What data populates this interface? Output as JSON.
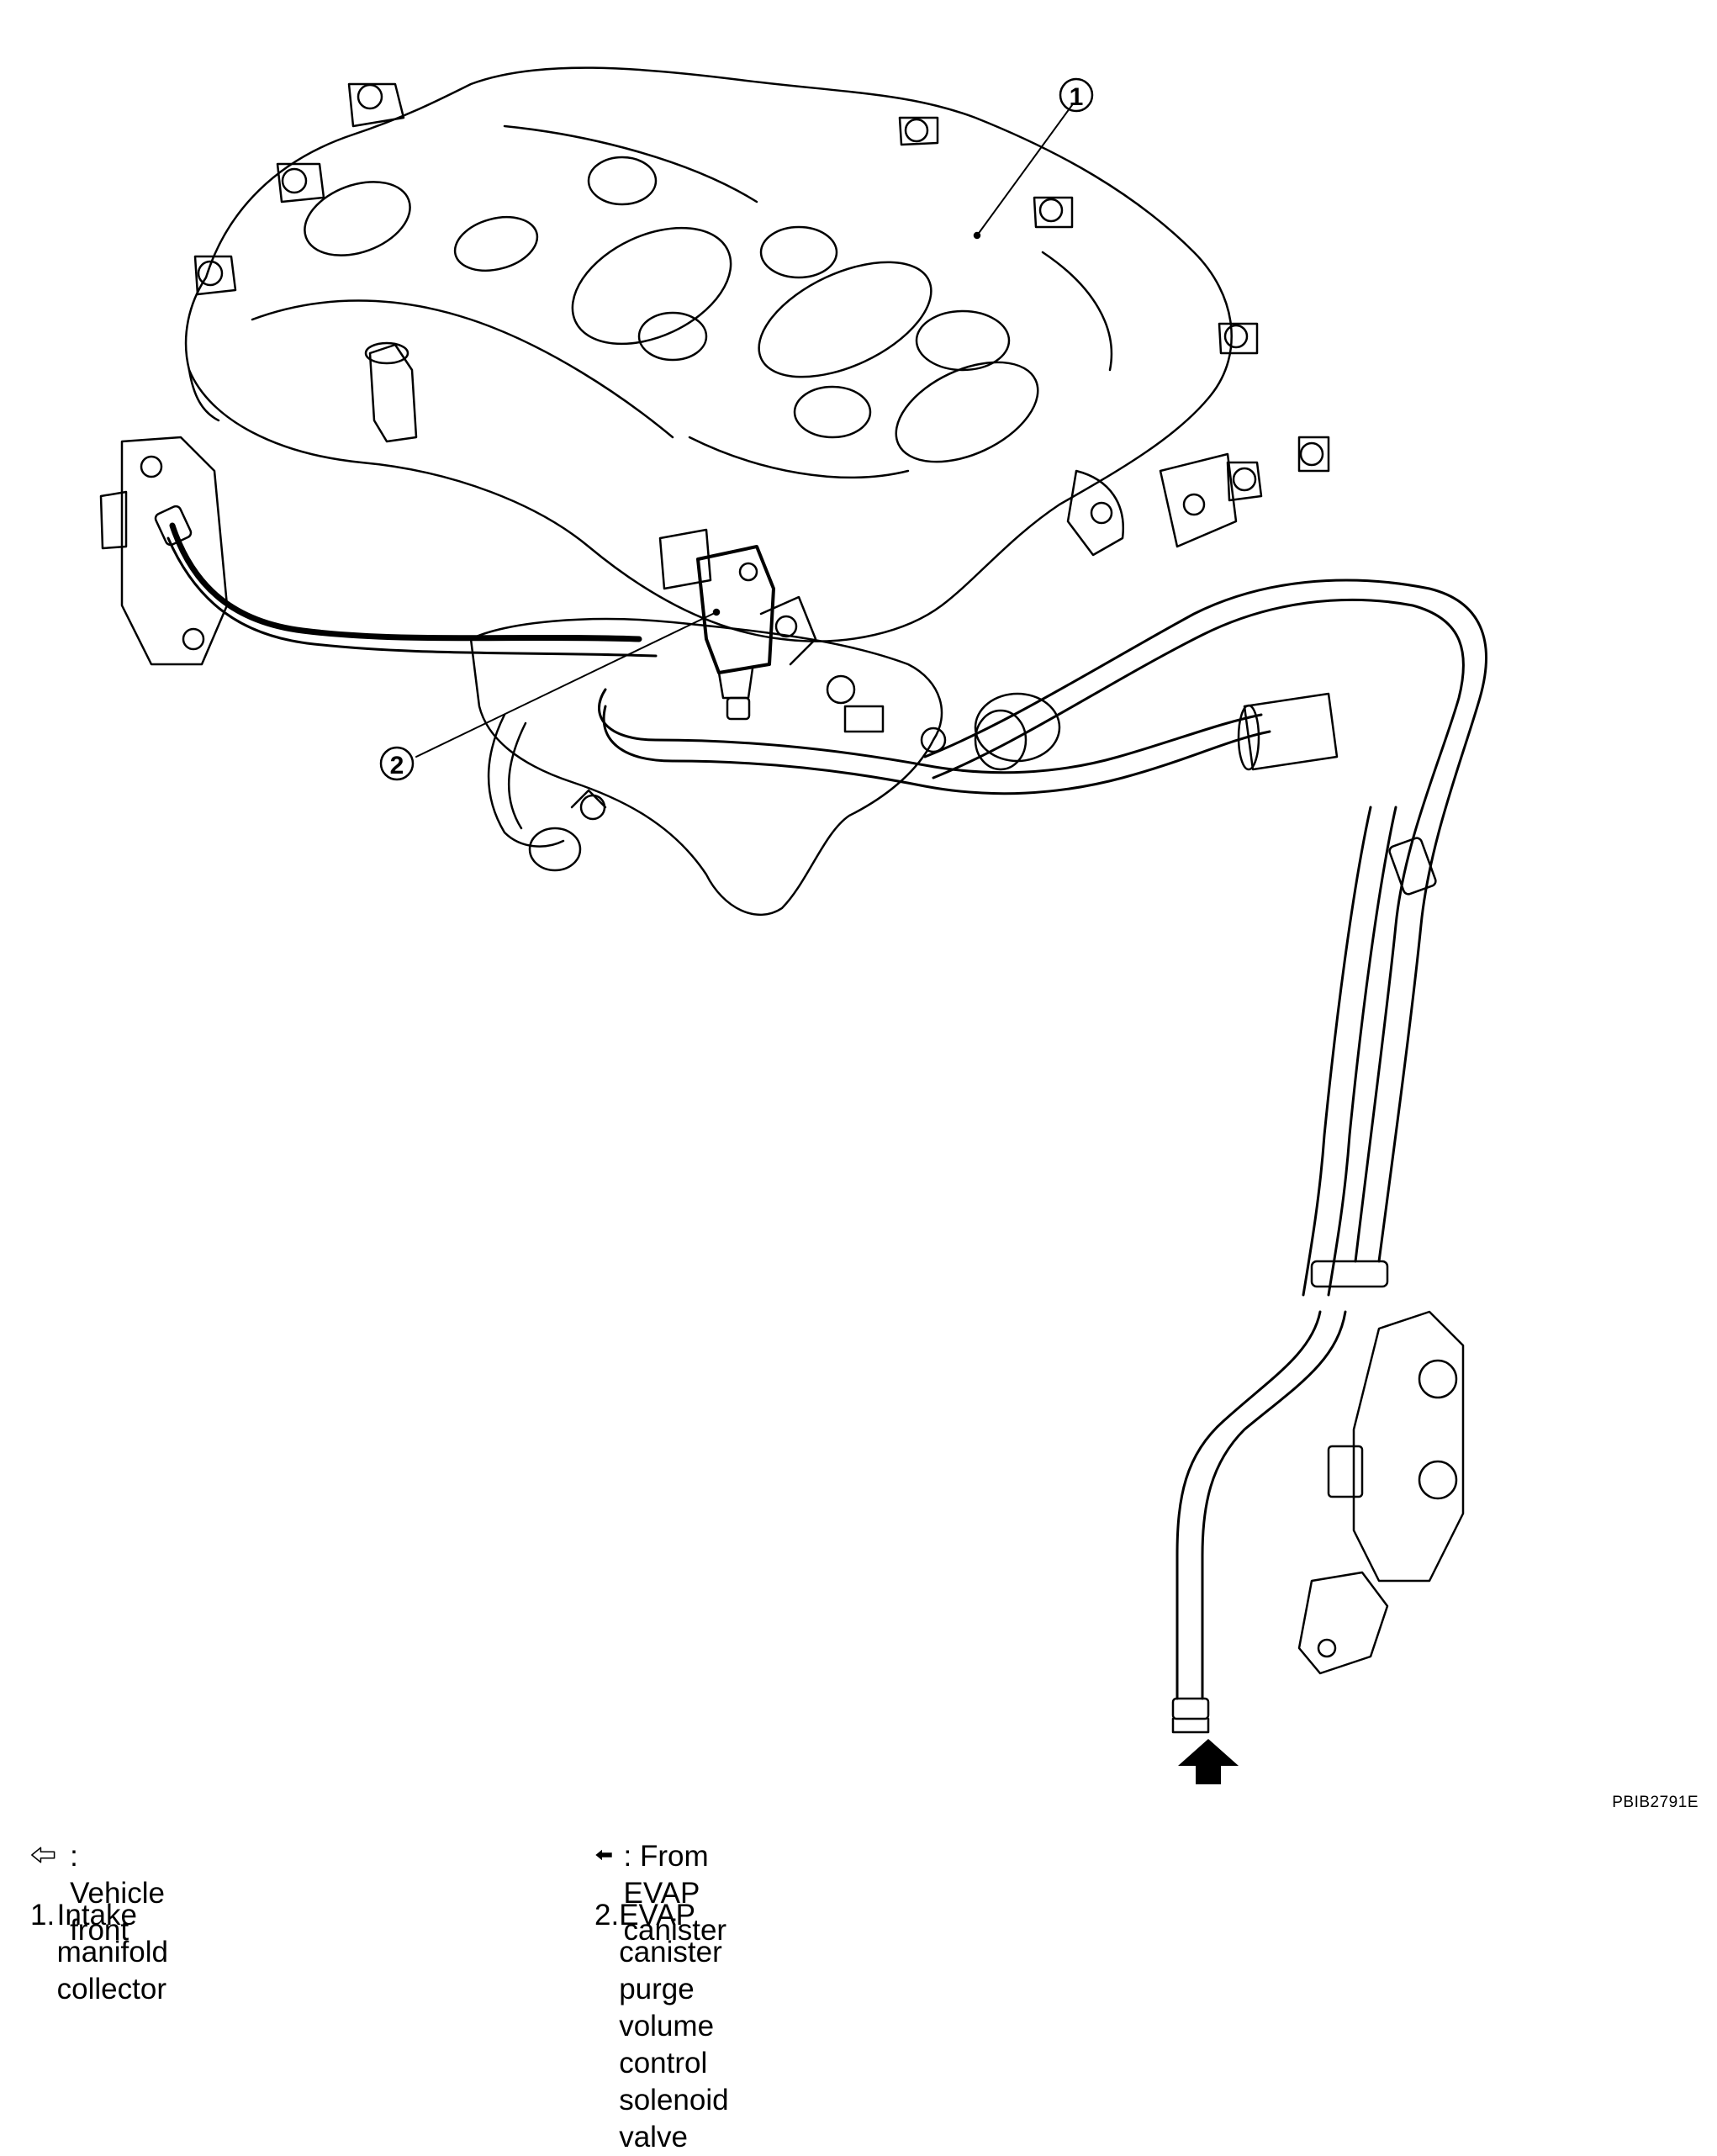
{
  "figure_code": "PBIB2791E",
  "callouts": [
    {
      "number": "1",
      "target": "Intake manifold collector"
    },
    {
      "number": "2",
      "target": "EVAP canister purge volume control solenoid valve"
    }
  ],
  "legend": {
    "symbols": [
      {
        "icon": "outline-arrow-left-icon",
        "text": ": Vehicle front"
      },
      {
        "icon": "solid-arrow-left-icon",
        "text": ": From EVAP canister"
      }
    ],
    "items": [
      {
        "number": "1.",
        "text": "Intake manifold collector"
      },
      {
        "number": "2.",
        "text_line1": "EVAP canister purge volume control",
        "text_line2": "solenoid valve"
      }
    ]
  },
  "colors": {
    "line": "#000000",
    "background": "#ffffff"
  }
}
